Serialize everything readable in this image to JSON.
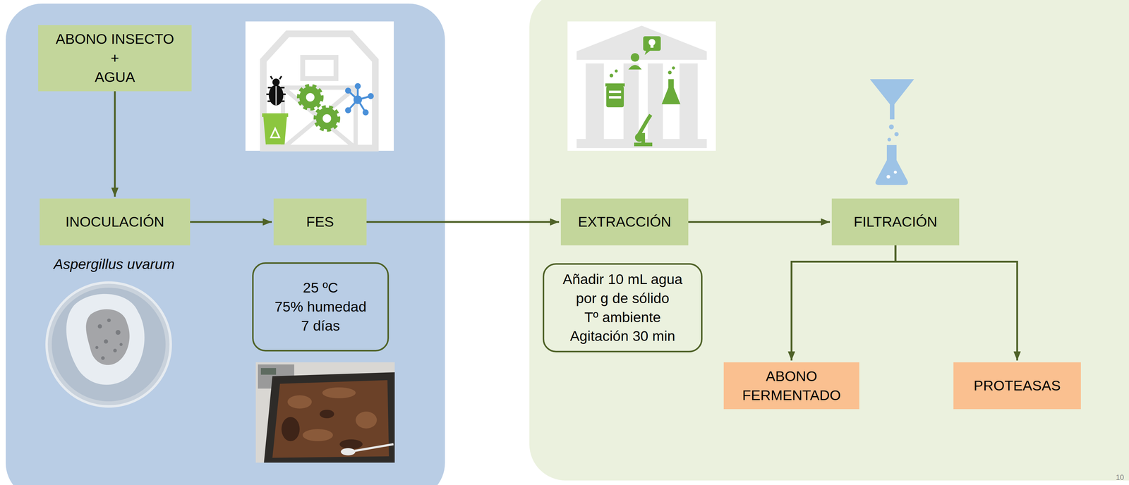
{
  "diagram": {
    "nodes": [
      {
        "text": [
          "ABONO INSECTO",
          "+",
          "AGUA"
        ]
      },
      {
        "text": [
          "INOCULACIÓN"
        ]
      },
      {
        "text": [
          "FES"
        ]
      },
      {
        "text": [
          "25 ºC",
          "75% humedad",
          "7 días"
        ]
      },
      {
        "text": [
          "EXTRACCIÓN"
        ]
      },
      {
        "text": [
          "Añadir 10 mL agua por g de sólido",
          "Tº ambiente",
          "Agitación 30 min"
        ]
      },
      {
        "text": [
          "FILTRACIÓN"
        ]
      },
      {
        "text": [
          "ABONO FERMENTADO"
        ]
      },
      {
        "text": [
          "PROTEASAS"
        ]
      }
    ],
    "edges": [
      {
        "from": 0,
        "to": 1,
        "arrow": "to"
      },
      {
        "from": 1,
        "to": 2,
        "arrow": "to"
      },
      {
        "from": 2,
        "to": 4,
        "arrow": "to"
      },
      {
        "from": 4,
        "to": 6,
        "arrow": "to"
      },
      {
        "from": 6,
        "to": 7,
        "arrow": "to"
      },
      {
        "from": 6,
        "to": 8,
        "arrow": "to"
      }
    ],
    "labels": [
      "Aspergillus uvarum",
      "10"
    ]
  }
}
